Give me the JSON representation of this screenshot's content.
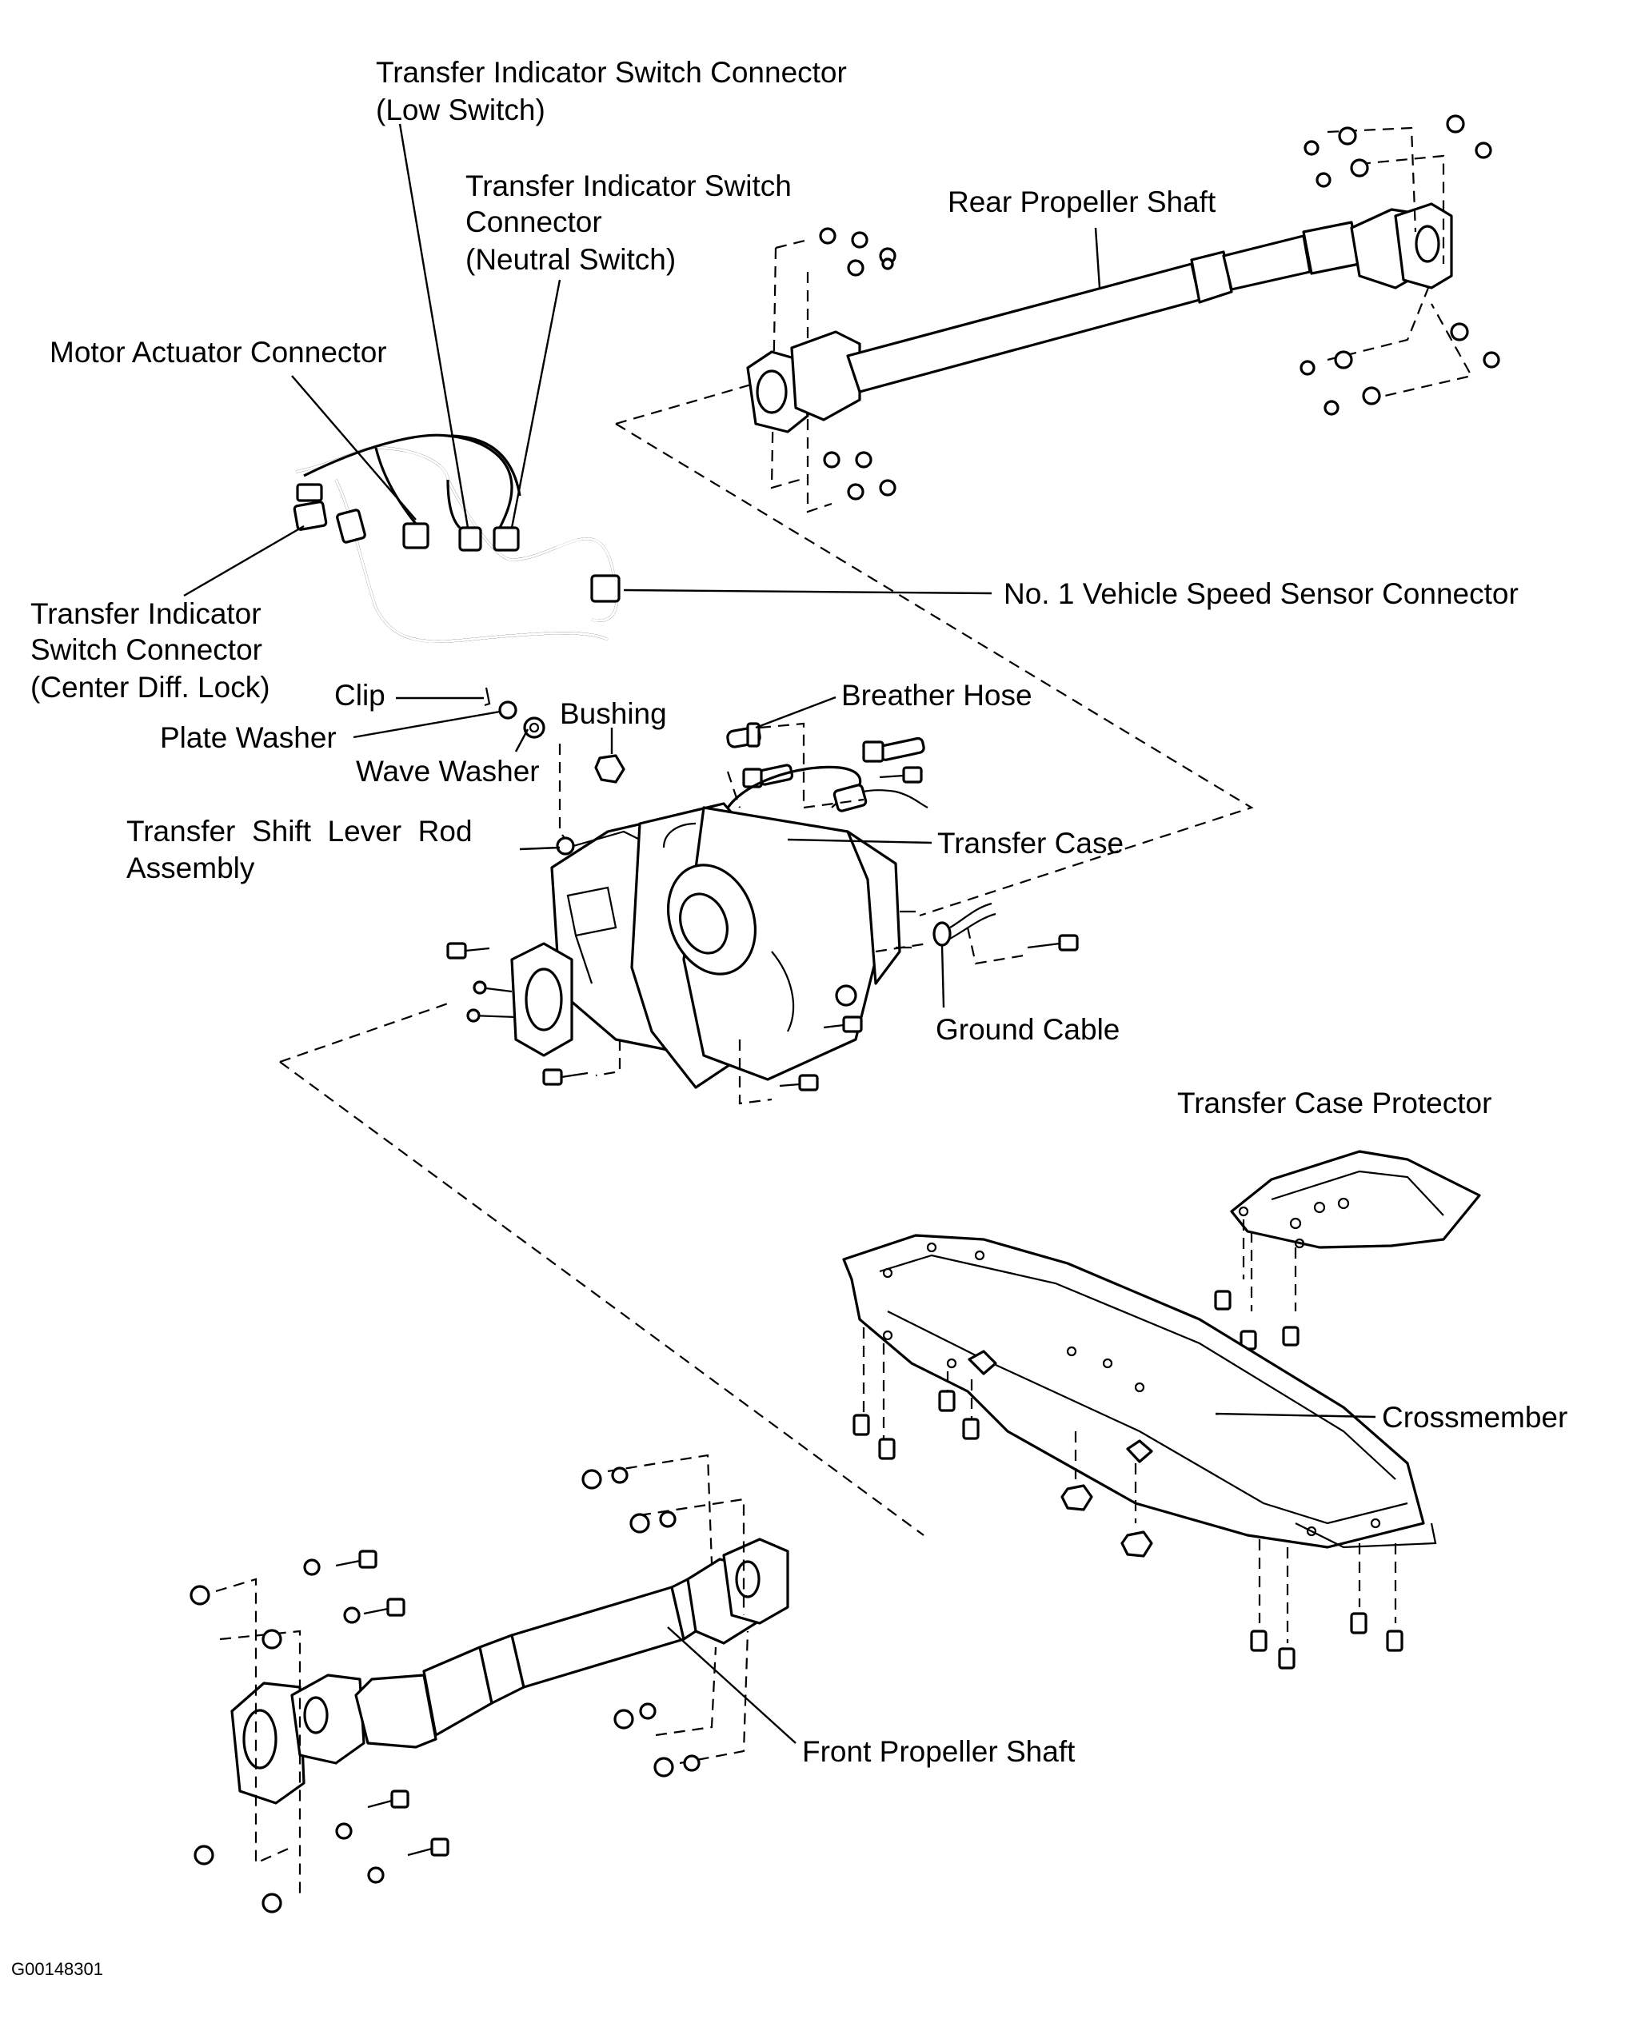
{
  "labels": {
    "low_switch_connector": [
      "Transfer Indicator Switch Connector",
      "(Low Switch)"
    ],
    "neutral_switch_connector": [
      "Transfer Indicator Switch",
      "Connector",
      "(Neutral Switch)"
    ],
    "rear_propeller_shaft": "Rear Propeller Shaft",
    "motor_actuator_connector": "Motor Actuator Connector",
    "center_diff_lock_connector": [
      "Transfer Indicator",
      "Switch Connector",
      "(Center Diff. Lock)"
    ],
    "vehicle_speed_sensor_connector": "No. 1 Vehicle Speed Sensor Connector",
    "clip": "Clip",
    "plate_washer": "Plate Washer",
    "bushing": "Bushing",
    "wave_washer": "Wave Washer",
    "breather_hose": "Breather Hose",
    "transfer_shift_lever_rod": [
      "Transfer  Shift  Lever  Rod",
      "Assembly"
    ],
    "transfer_case": "Transfer Case",
    "ground_cable": "Ground Cable",
    "transfer_case_protector": "Transfer Case Protector",
    "crossmember": "Crossmember",
    "front_propeller_shaft": "Front Propeller Shaft"
  },
  "figure_id": "G00148301",
  "colors": {
    "ink": "#000000",
    "paper": "#ffffff"
  }
}
